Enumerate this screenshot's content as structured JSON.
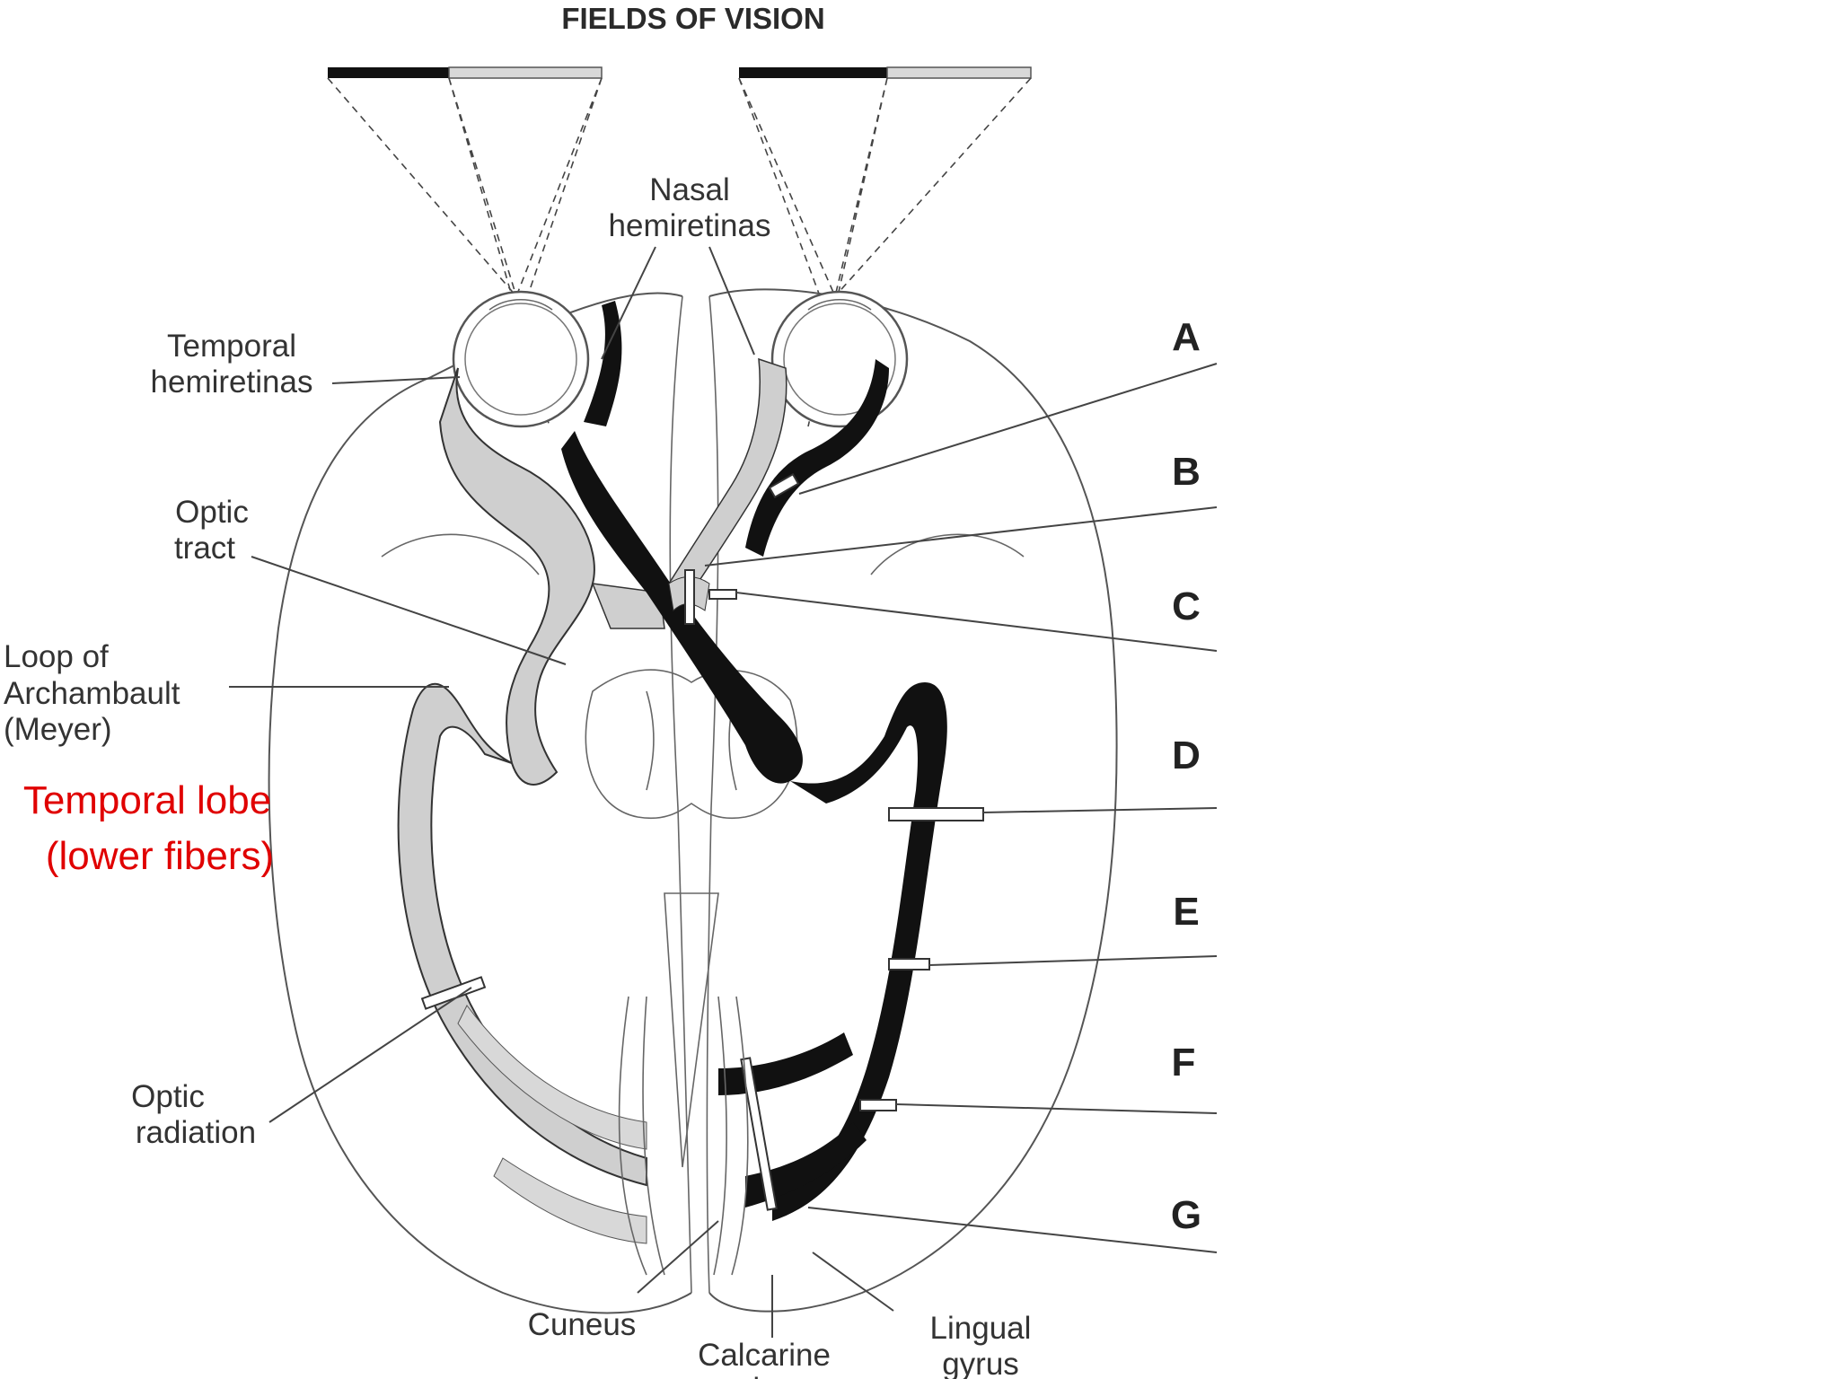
{
  "title": "FIELDS OF VISION",
  "labels": {
    "nasal_line1": "Nasal",
    "nasal_line2": "hemiretinas",
    "temporal_line1": "Temporal",
    "temporal_line2": "hemiretinas",
    "optic_tract_line1": "Optic",
    "optic_tract_line2": "tract",
    "loop_line1": "Loop of",
    "loop_line2": "Archambault",
    "loop_line3": "(Meyer)",
    "optic_radiation_line1": "Optic",
    "optic_radiation_line2": "radiation",
    "cuneus": "Cuneus",
    "calcarine_line1": "Calcarine",
    "calcarine_line2": "sulcus",
    "lingual_line1": "Lingual",
    "lingual_line2": "gyrus"
  },
  "annotation": {
    "line1": "Temporal lobe",
    "line2": "(lower fibers)",
    "color": "#e00000"
  },
  "lesion_letters": [
    "A",
    "B",
    "C",
    "D",
    "E",
    "F",
    "G"
  ],
  "colors": {
    "dark_pathway": "#111111",
    "light_pathway": "#cfcfcf",
    "outline": "#555555"
  }
}
